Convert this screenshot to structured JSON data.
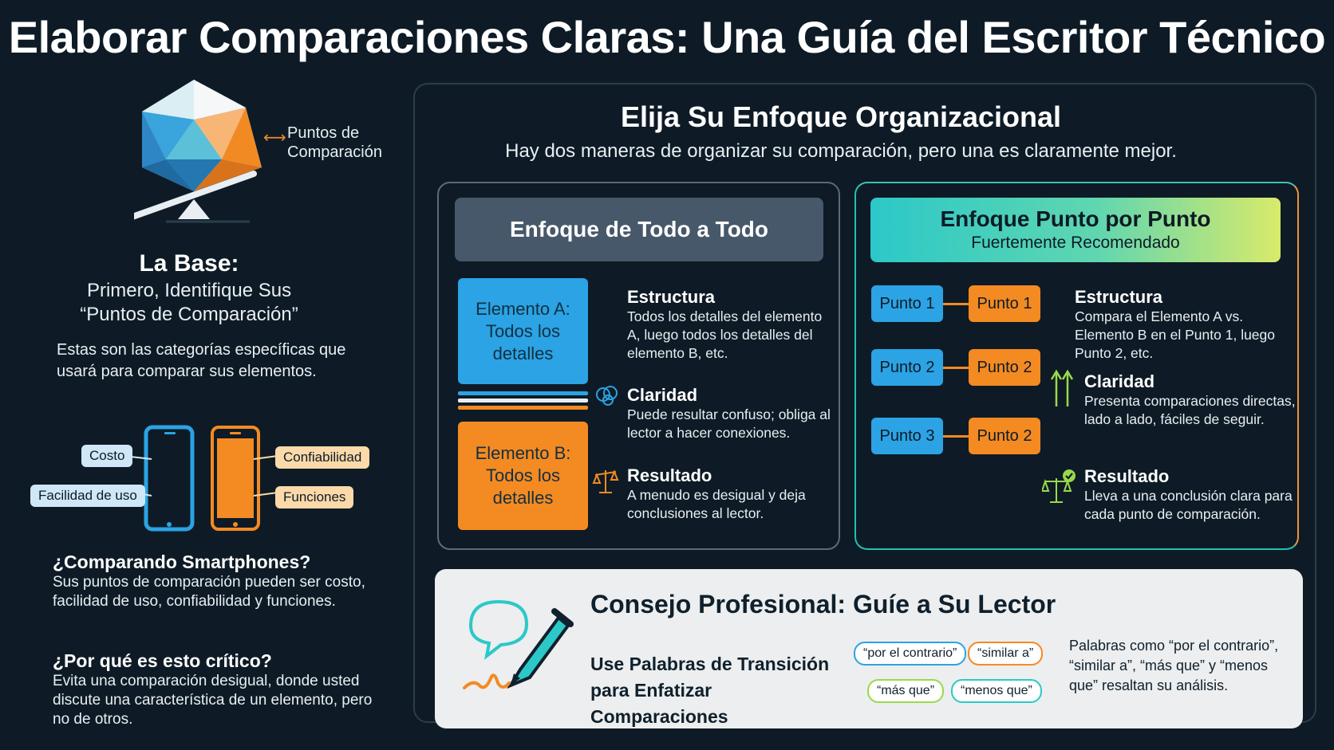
{
  "title": "Elaborar Comparaciones Claras: Una Guía del Escritor Técnico",
  "left": {
    "gem_label": "Puntos de Comparación",
    "base_title": "La Base:",
    "base_subtitle_1": "Primero, Identifique Sus",
    "base_subtitle_2": "“Puntos de Comparación”",
    "base_description": "Estas son las categorías específicas que usará para comparar sus elementos.",
    "phone_labels": {
      "cost": "Costo",
      "ease": "Facilidad de uso",
      "reliability": "Confiabilidad",
      "features": "Funciones"
    },
    "smartphones_title": "¿Comparando Smartphones?",
    "smartphones_text": "Sus puntos de comparación pueden ser costo, facilidad de uso, confiabilidad y funciones.",
    "critical_title": "¿Por qué es esto crítico?",
    "critical_text": "Evita una comparación desigual, donde usted discute una característica de un elemento, pero no de otros."
  },
  "org": {
    "title": "Elija Su Enfoque Organizacional",
    "subtitle": "Hay dos maneras de organizar su comparación, pero una es claramente mejor."
  },
  "whole": {
    "heading": "Enfoque de Todo a Todo",
    "element_a": "Elemento A: Todos los detalles",
    "element_b": "Elemento B: Todos los detalles",
    "structure_title": "Estructura",
    "structure_text": "Todos los detalles del elemento A, luego todos los detalles del elemento B, etc.",
    "clarity_title": "Claridad",
    "clarity_text": "Puede resultar confuso; obliga al lector a hacer conexiones.",
    "result_title": "Resultado",
    "result_text": "A menudo es desigual y deja conclusiones al lector."
  },
  "point": {
    "heading": "Enfoque Punto por Punto",
    "subheading": "Fuertemente Recomendado",
    "rows": [
      {
        "left": "Punto 1",
        "right": "Punto 1"
      },
      {
        "left": "Punto 2",
        "right": "Punto 2"
      },
      {
        "left": "Punto 3",
        "right": "Punto 2"
      }
    ],
    "structure_title": "Estructura",
    "structure_text": "Compara el Elemento A vs. Elemento B en el Punto 1, luego Punto 2, etc.",
    "clarity_title": "Claridad",
    "clarity_text": "Presenta comparaciones directas, lado a lado, fáciles de seguir.",
    "result_title": "Resultado",
    "result_text": "Lleva a una conclusión clara para cada punto de comparación."
  },
  "tip": {
    "title": "Consejo Profesional: Guíe a Su Lector",
    "subtitle": "Use Palabras de Transición para Enfatizar Comparaciones",
    "pills": [
      "“por el contrario”",
      "“similar a”",
      "“más que”",
      "“menos que”"
    ],
    "text": "Palabras como “por el contrario”, “similar a”, “más que” y “menos que” resaltan su análisis."
  },
  "colors": {
    "background": "#0e1b26",
    "blue": "#2ba3e4",
    "orange": "#f48a22",
    "teal": "#2cc8c8"
  }
}
